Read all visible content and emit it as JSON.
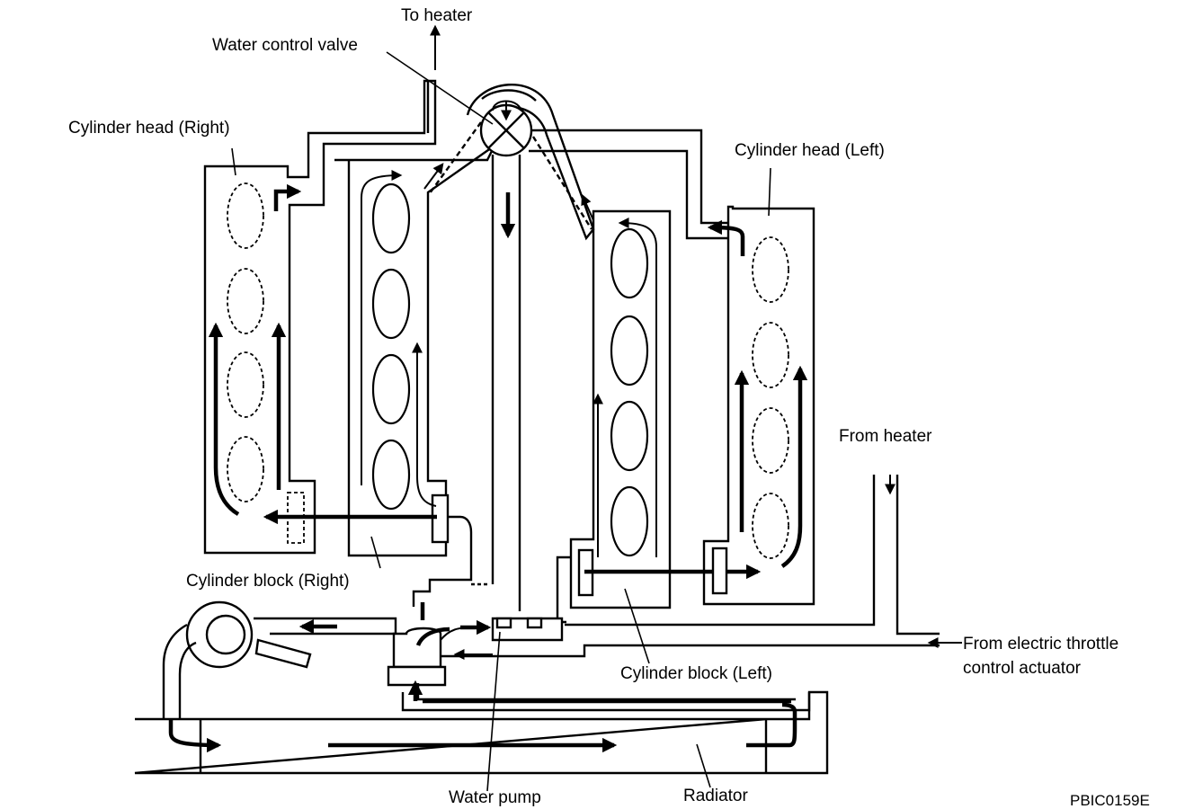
{
  "labels": {
    "to_heater": "To heater",
    "water_control_valve": "Water control valve",
    "cylinder_head_right": "Cylinder head (Right)",
    "cylinder_head_left": "Cylinder head (Left)",
    "cylinder_block_right": "Cylinder block (Right)",
    "cylinder_block_left": "Cylinder block (Left)",
    "from_heater": "From heater",
    "from_throttle_line1": "From electric throttle",
    "from_throttle_line2": "control actuator",
    "water_pump": "Water pump",
    "radiator": "Radiator",
    "figure_code": "PBIC0159E"
  }
}
